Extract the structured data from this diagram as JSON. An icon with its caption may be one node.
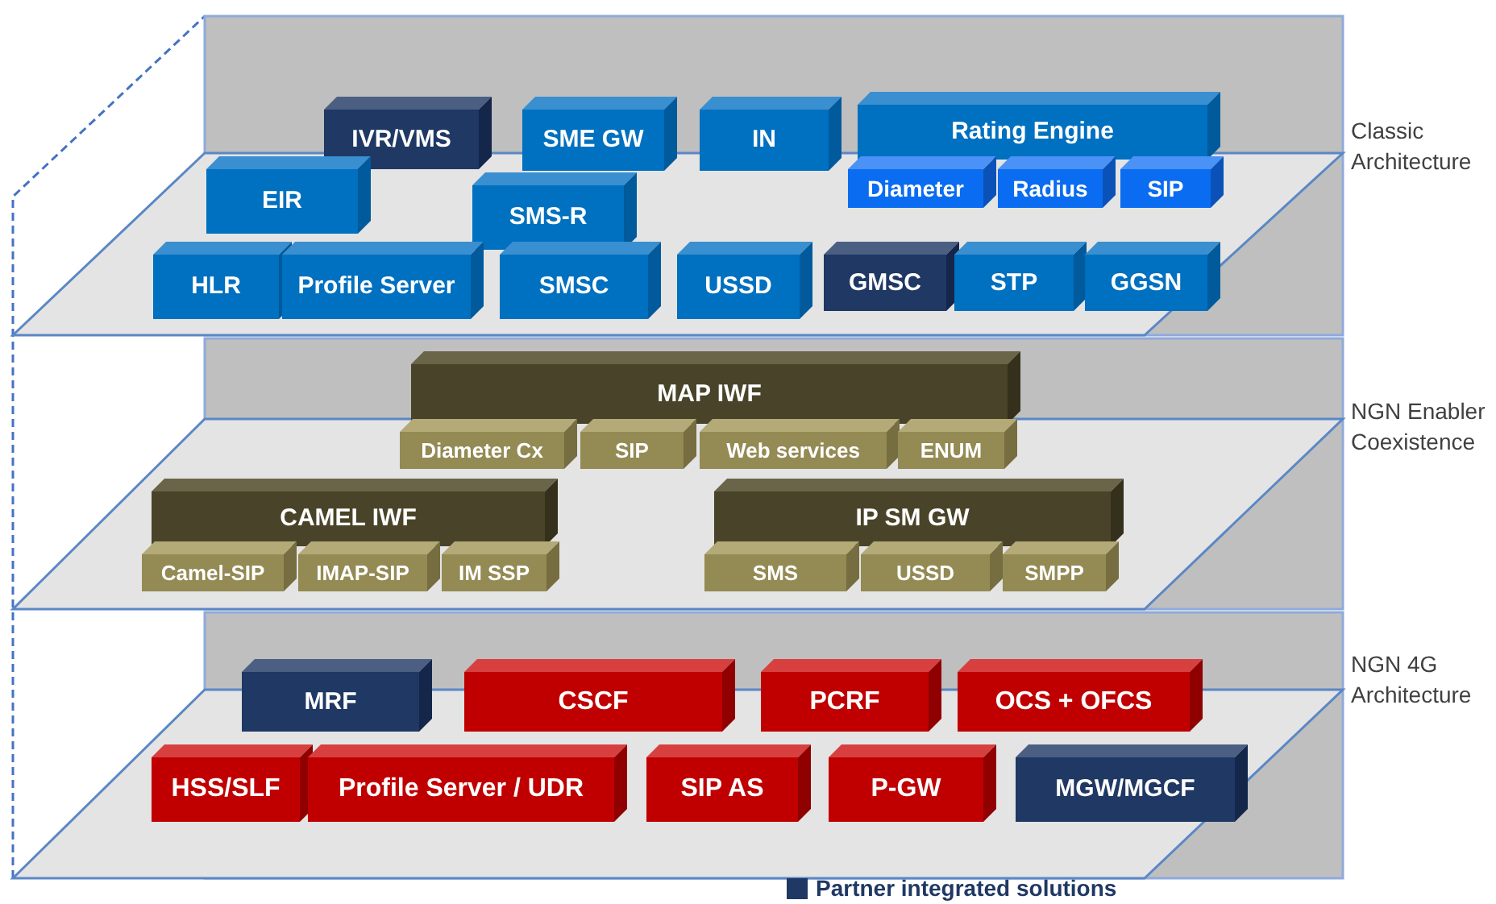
{
  "diagram": {
    "nodes": [
      {
        "text": [
          "Classic Architecture"
        ]
      },
      {
        "text": [
          "IVR/VMS"
        ],
        "in": 0
      },
      {
        "text": [
          "SME GW"
        ],
        "in": 0
      },
      {
        "text": [
          "IN"
        ],
        "in": 0
      },
      {
        "text": [
          "Rating Engine"
        ],
        "in": 0
      },
      {
        "text": [
          "Diameter"
        ],
        "in": 0
      },
      {
        "text": [
          "Radius"
        ],
        "in": 0
      },
      {
        "text": [
          "SIP"
        ],
        "in": 0
      },
      {
        "text": [
          "EIR"
        ],
        "in": 0
      },
      {
        "text": [
          "SMS-R"
        ],
        "in": 0
      },
      {
        "text": [
          "HLR"
        ],
        "in": 0
      },
      {
        "text": [
          "Profile Server"
        ],
        "in": 0
      },
      {
        "text": [
          "SMSC"
        ],
        "in": 0
      },
      {
        "text": [
          "USSD"
        ],
        "in": 0
      },
      {
        "text": [
          "GMSC"
        ],
        "in": 0
      },
      {
        "text": [
          "STP"
        ],
        "in": 0
      },
      {
        "text": [
          "GGSN"
        ],
        "in": 0
      },
      {
        "text": [
          "NGN Enabler Coexistence"
        ]
      },
      {
        "text": [
          "MAP IWF"
        ],
        "in": 17
      },
      {
        "text": [
          "Diameter Cx"
        ],
        "in": 17
      },
      {
        "text": [
          "SIP"
        ],
        "in": 17
      },
      {
        "text": [
          "Web services"
        ],
        "in": 17
      },
      {
        "text": [
          "ENUM"
        ],
        "in": 17
      },
      {
        "text": [
          "CAMEL IWF"
        ],
        "in": 17
      },
      {
        "text": [
          "Camel-SIP"
        ],
        "in": 17
      },
      {
        "text": [
          "IMAP-SIP"
        ],
        "in": 17
      },
      {
        "text": [
          "IM SSP"
        ],
        "in": 17
      },
      {
        "text": [
          "IP SM GW"
        ],
        "in": 17
      },
      {
        "text": [
          "SMS"
        ],
        "in": 17
      },
      {
        "text": [
          "USSD"
        ],
        "in": 17
      },
      {
        "text": [
          "SMPP"
        ],
        "in": 17
      },
      {
        "text": [
          "NGN 4G Architecture"
        ]
      },
      {
        "text": [
          "MRF"
        ],
        "in": 31
      },
      {
        "text": [
          "CSCF"
        ],
        "in": 31
      },
      {
        "text": [
          "PCRF"
        ],
        "in": 31
      },
      {
        "text": [
          "OCS + OFCS"
        ],
        "in": 31
      },
      {
        "text": [
          "HSS/SLF"
        ],
        "in": 31
      },
      {
        "text": [
          "Profile Server / UDR"
        ],
        "in": 31
      },
      {
        "text": [
          "SIP AS"
        ],
        "in": 31
      },
      {
        "text": [
          "P-GW"
        ],
        "in": 31
      },
      {
        "text": [
          "MGW/MGCF"
        ],
        "in": 31
      }
    ],
    "legend": [
      {
        "text": "Partner integrated solutions",
        "color": "#1f3864"
      }
    ]
  }
}
